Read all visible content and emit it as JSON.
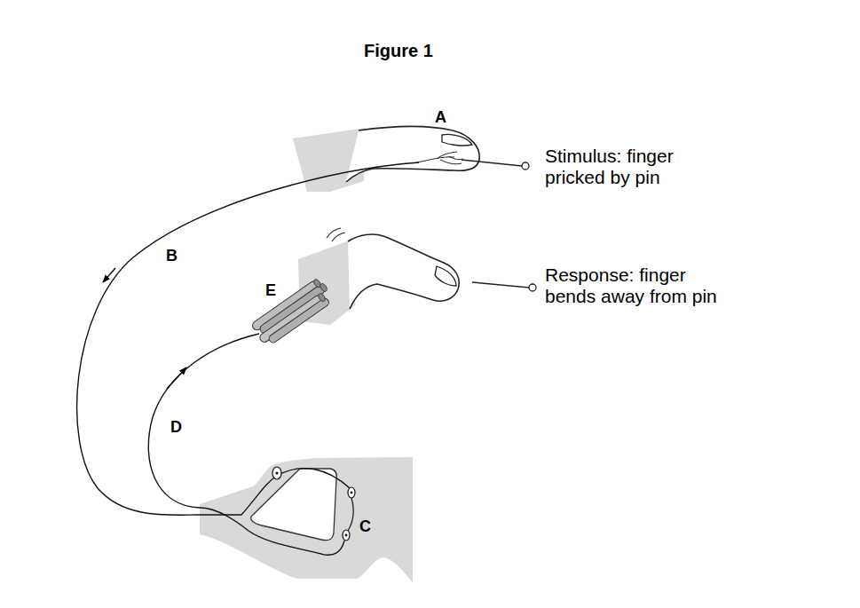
{
  "diagram": {
    "title": "Figure 1",
    "labels": [
      "A",
      "Stimulus: finger pricked by pin",
      "B",
      "E",
      "Response: finger bends away from pin",
      "D",
      "C"
    ]
  }
}
